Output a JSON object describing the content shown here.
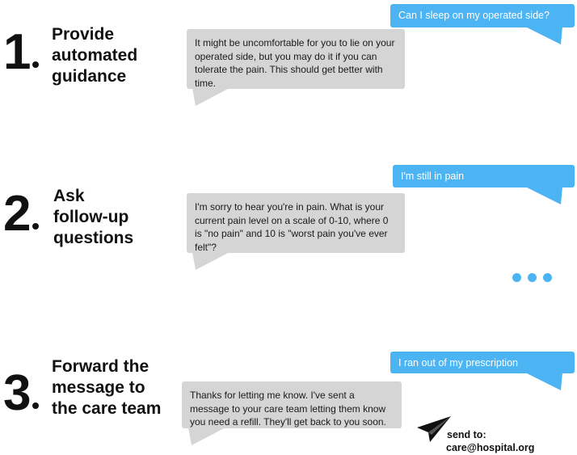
{
  "steps": [
    {
      "number": "1",
      "title": "Provide\nautomated\nguidance",
      "user_message": "Can I sleep on my operated side?",
      "bot_message": "It might be uncomfortable for you to lie on your operated side, but you may do it if you can tolerate the pain. This should get better with time."
    },
    {
      "number": "2",
      "title": "Ask\nfollow-up\nquestions",
      "user_message": "I'm still in pain",
      "bot_message": "I'm sorry to hear you're in pain. What is your current pain level on a scale of 0-10, where 0 is \"no pain\" and 10 is \"worst pain you've ever felt\"?"
    },
    {
      "number": "3",
      "title": "Forward the\nmessage to\nthe care team",
      "user_message": "I ran out of my prescription",
      "bot_message": "Thanks for letting me know. I've sent a message to your care team letting them know you need a refill. They'll get back to you soon."
    }
  ],
  "forward": {
    "label": "send to:",
    "email": "care@hospital.org",
    "icon": "paper-plane-icon"
  },
  "typing_indicator": {
    "icon": "typing-dots-icon"
  },
  "colors": {
    "user_bubble": "#4cb4f2",
    "bot_bubble": "#d5d5d5",
    "text": "#111111"
  }
}
